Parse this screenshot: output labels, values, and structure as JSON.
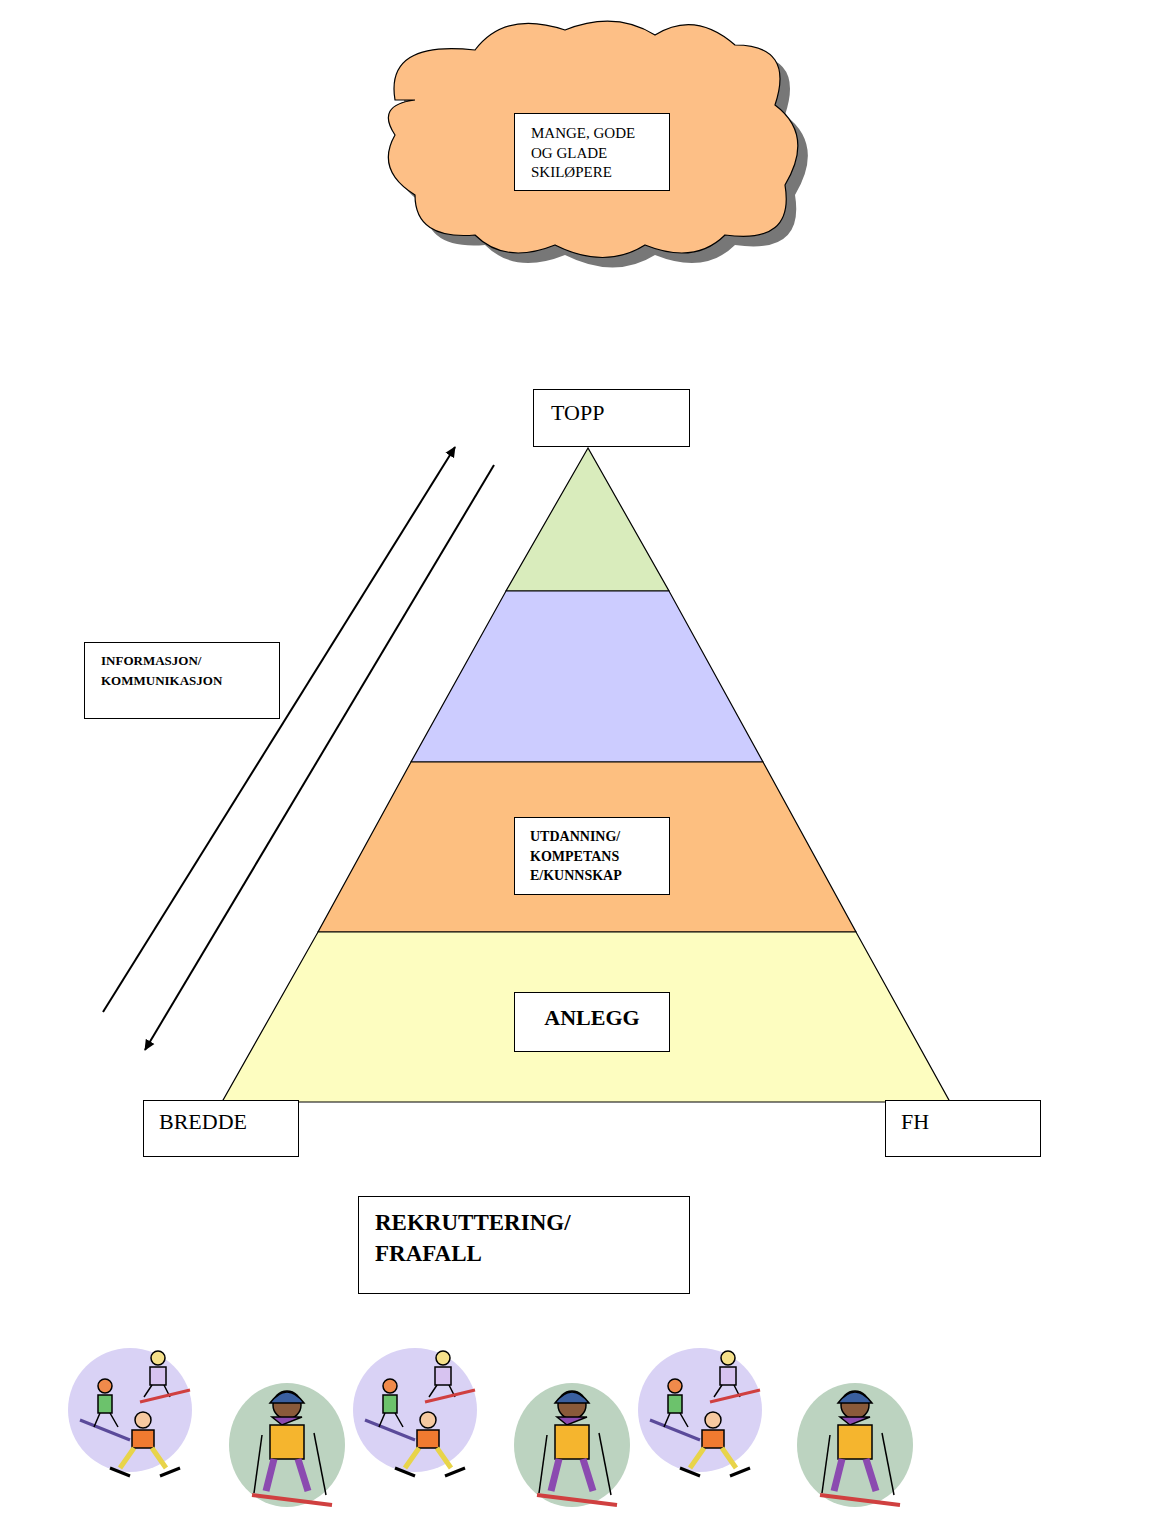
{
  "diagram": {
    "nodes": [
      {
        "text": [
          "MANGE, GODE OG GLADE SKILØPERE"
        ]
      },
      {
        "text": [
          "TOPP"
        ]
      },
      {
        "text": [
          "INFORMASJON/ KOMMUNIKASJON"
        ]
      },
      {
        "text": [
          "UTDANNING/ KOMPETANS E/KUNNSKAP"
        ]
      },
      {
        "text": [
          "ANLEGG"
        ]
      },
      {
        "text": [
          "BREDDE"
        ]
      },
      {
        "text": [
          "FH"
        ]
      },
      {
        "text": [
          "REKRUTTERING/ FRAFALL"
        ]
      }
    ]
  }
}
